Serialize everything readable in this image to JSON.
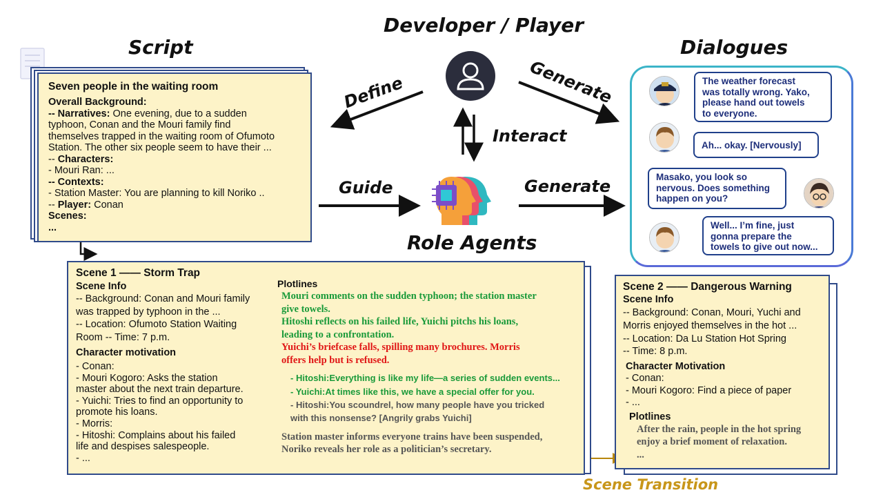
{
  "headings": {
    "developer": "Developer / Player",
    "script": "Script",
    "dialogues": "Dialogues",
    "role_agents": "Role Agents",
    "scene_transition": "Scene Transition"
  },
  "edges": {
    "define": "Define",
    "generate_top": "Generate",
    "interact": "Interact",
    "guide": "Guide",
    "generate_mid": "Generate"
  },
  "script_card": {
    "title": "Seven people in the waiting room",
    "overall": "Overall Background:",
    "narr_label": "-- Narratives:",
    "narr_l1": "  One evening, due to a sudden",
    "narr_l2": "typhoon, Conan and the Mouri family find",
    "narr_l3": "themselves trapped in the waiting room of Ofumoto",
    "narr_l4": "Station. The other six people seem to have their ...",
    "char_prefix": "-- ",
    "char_label": "Characters:",
    "char_l1": "   - Mouri Ran: ...",
    "ctx_label": "-- Contexts:",
    "ctx_l1": "   - Station Master: You are planning to kill Noriko ..",
    "player_prefix": "-- ",
    "player_label": "Player:",
    "player_value": " Conan",
    "scenes_label": "Scenes:",
    "scenes_value": "   ..."
  },
  "scene1": {
    "title": "Scene 1 —— Storm Trap",
    "info_label": "Scene Info",
    "bg_l1": "-- Background: Conan and Mouri family",
    "bg_l2": "was trapped by typhoon in the ...",
    "loc_l1": "-- Location: Ofumoto Station Waiting",
    "loc_l2": "Room -- Time: 7 p.m.",
    "motiv_label": "Character motivation",
    "m1": "  - Conan:",
    "m2": "  - Mouri Kogoro: Asks the station",
    "m3": "master about the next train departure.",
    "m4": "  - Yuichi: Tries to find an opportunity to",
    "m5": "promote his loans.",
    "m6": "  - Morris:",
    "m7": "  - Hitoshi: Complains about his failed",
    "m8": "life and despises salespeople.",
    "m9": "  - ...",
    "plot_label": "Plotlines",
    "g1": "Mouri comments on the sudden typhoon; the station master",
    "g2": "give towels.",
    "g3": "Hitoshi reflects on his failed life, Yuichi pitchs his loans,",
    "g4": "leading to a confrontation.",
    "r1": "Yuichi’s briefcase falls, spilling many brochures. Morris",
    "r2": "offers help but is refused.",
    "d1": "- Hitoshi:Everything is like my life—a series of sudden events...",
    "d2": "- Yuichi:At times like this, we have a special offer for you.",
    "d3": "- Hitoshi:You scoundrel, how many people have you tricked",
    "d4": "with this nonsense? [Angrily grabs Yuichi]",
    "e1": "Station master informs everyone trains have been suspended,",
    "e2": "Noriko reveals her role as a politician’s secretary."
  },
  "scene2": {
    "title": "Scene 2 —— Dangerous Warning",
    "info_label": "Scene Info",
    "bg_l1": "-- Background: Conan, Mouri, Yuchi and",
    "bg_l2": "Morris enjoyed themselves in the hot ...",
    "loc": "-- Location: Da Lu Station Hot Spring",
    "time": "-- Time: 8 p.m.",
    "motiv_label": "Character Motivation",
    "m1": " - Conan:",
    "m2": " - Mouri Kogoro: Find a piece of paper",
    "m3": " - ...",
    "plot_label": "Plotlines",
    "p1": "After the rain, people in the hot spring",
    "p2": "enjoy a brief moment of relaxation.",
    "p3": "..."
  },
  "dialogues": {
    "b1_l1": "The weather forecast",
    "b1_l2": "was totally wrong. Yako,",
    "b1_l3": "please hand out towels",
    "b1_l4": "to everyone.",
    "b2": "Ah... okay. [Nervously]",
    "b3_l1": "Masako, you look so",
    "b3_l2": "nervous. Does something",
    "b3_l3": "happen on you?",
    "b4_l1": "Well... I’m fine, just",
    "b4_l2": "gonna prepare the",
    "b4_l3": "towels to give out now..."
  },
  "colors": {
    "card_fill": "#fdf3c8",
    "card_border": "#2f4a8a",
    "green_text": "#1a9a3a",
    "red_text": "#e01515",
    "transition": "#b8860b",
    "bubble_text": "#1d2e7a"
  },
  "icons": [
    "user-icon",
    "role-agents-icon",
    "script-icon",
    "station-master-avatar",
    "staff-avatar",
    "conan-avatar"
  ]
}
